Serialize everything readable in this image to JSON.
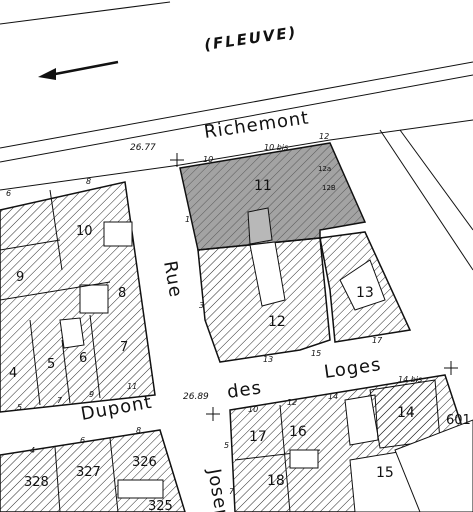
{
  "map": {
    "river_label": "(FLEUVE)",
    "streets": {
      "richemont": "Richemont",
      "rue": "Rue",
      "des": "des",
      "loges": "Loges",
      "dupont": "Dupont",
      "josep": "Josep"
    },
    "elevations": {
      "e1": "26.77",
      "e2": "26.89"
    },
    "lots": {
      "l11": "11",
      "l12": "12",
      "l13": "13",
      "l14": "14",
      "l15": "15",
      "l16": "16",
      "l17": "17",
      "l18": "18",
      "l10": "10",
      "l9": "9",
      "l8": "8",
      "l7": "7",
      "l6": "6",
      "l5": "5",
      "l4": "4",
      "l328": "328",
      "l327": "327",
      "l326": "326",
      "l325": "325",
      "l601": "601"
    },
    "house_numbers": {
      "h10": "10",
      "h10bis": "10 bis",
      "h12": "12",
      "h12a": "12a",
      "h12b": "12B",
      "h13": "13",
      "h15": "15",
      "h17": "17",
      "h14bis": "14 bis",
      "h8": "8",
      "h6": "6",
      "h5": "5",
      "h7": "7",
      "h9": "9",
      "h11": "11",
      "h4": "4",
      "h6b": "6",
      "h8b": "8",
      "h10b": "10",
      "h12c": "12",
      "h14": "14",
      "h3": "3",
      "h1": "1",
      "h5b": "5",
      "h7b": "7"
    },
    "colors": {
      "highlight_fill": "#a3a3a3",
      "highlight_fill_light": "#b8b8b8",
      "line": "#111111"
    },
    "icons": {
      "arrow": "river-flow-arrow-icon",
      "cross": "benchmark-cross-icon"
    }
  }
}
